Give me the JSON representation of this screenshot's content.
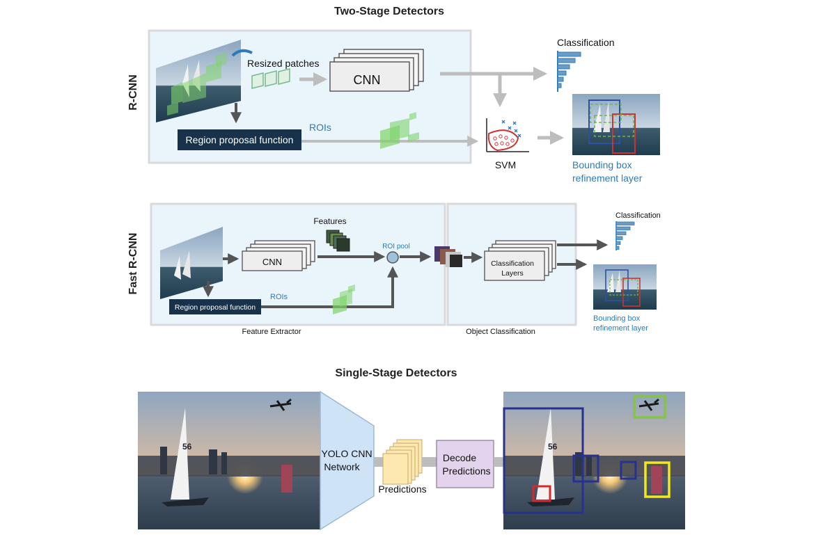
{
  "two_stage": {
    "title": "Two-Stage Detectors",
    "rcnn": {
      "row_label": "R-CNN",
      "resized_patches": "Resized patches",
      "cnn": "CNN",
      "region_proposal": "Region proposal function",
      "rois": "ROIs",
      "svm": "SVM",
      "classification": "Classification",
      "bbox_line1": "Bounding box",
      "bbox_line2": "refinement layer"
    },
    "fast_rcnn": {
      "row_label": "Fast R-CNN",
      "features": "Features",
      "cnn": "CNN",
      "roi_pool": "ROI pool",
      "region_proposal": "Region proposal function",
      "rois": "ROIs",
      "classification_layers_line1": "Classification",
      "classification_layers_line2": "Layers",
      "classification": "Classification",
      "bbox_line1": "Bounding box",
      "bbox_line2": "refinement layer",
      "feature_extractor": "Feature Extractor",
      "object_classification": "Object Classification"
    }
  },
  "single_stage": {
    "title": "Single-Stage Detectors",
    "yolo_line1": "YOLO CNN",
    "yolo_line2": "Network",
    "predictions": "Predictions",
    "decode_line1": "Decode",
    "decode_line2": "Predictions",
    "sail_number": "56"
  },
  "colors": {
    "panel_fill": "#e9f4fb",
    "panel_border": "#d9d9dc",
    "dark_box": "#17324a",
    "accent_blue": "#2b7bbd",
    "arrow_gray": "#bdbdbd",
    "arrow_dark": "#555555",
    "roi_green": "#7fd36a",
    "yolo_fill": "#cfe3f7",
    "predictions_fill": "#fde9b0",
    "decode_fill": "#e3d3ec",
    "box_navy": "#27318f",
    "box_red": "#d42a2a",
    "box_yellow": "#f3e81a",
    "box_green": "#86c34a"
  }
}
